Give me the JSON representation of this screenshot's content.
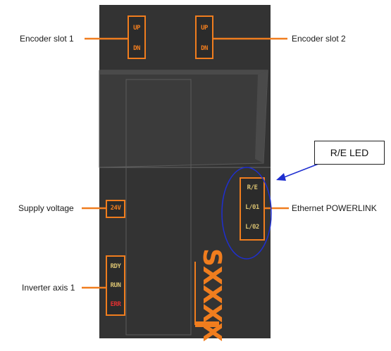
{
  "labels": {
    "encoder_slot_1": "Encoder slot 1",
    "encoder_slot_2": "Encoder slot 2",
    "supply_voltage": "Supply voltage",
    "ethernet_powerlink": "Ethernet POWERLINK",
    "inverter_axis_1": "Inverter axis 1"
  },
  "callout": {
    "text": "R/E LED"
  },
  "leds": {
    "encoder1": [
      "UP",
      "DN"
    ],
    "encoder2": [
      "UP",
      "DN"
    ],
    "supply": "24V",
    "network": [
      "R/E",
      "L/01",
      "L/02"
    ],
    "inverter": [
      "RDY",
      "RUN",
      "ERR"
    ]
  },
  "logo": "SXXXX",
  "colors": {
    "device": "#333333",
    "accent": "#f07d1e",
    "led_green": "#d8c070",
    "led_red": "#e03030",
    "highlight": "#1f2fd0"
  }
}
